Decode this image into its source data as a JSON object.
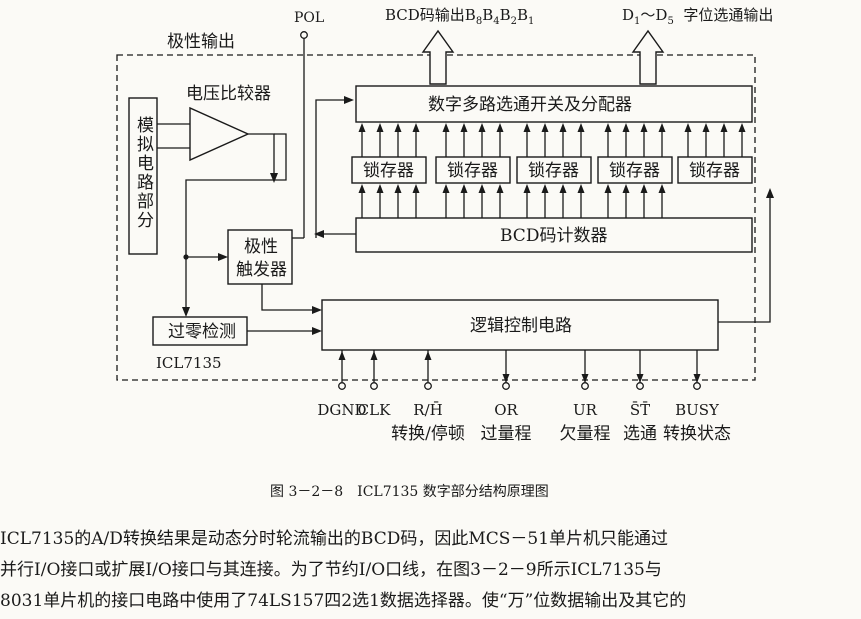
{
  "figure": {
    "caption": "图 3－2－8　ICL7135 数字部分结构原理图",
    "outer_label": "极性输出",
    "chip_label": "ICL7135",
    "pol_label": "POL",
    "bcd_output_label": "BCD码输出B",
    "bcd_output_subscripts": [
      "8",
      "4",
      "2",
      "1"
    ],
    "digit_output_label": "D",
    "digit_output_sub1": "1",
    "digit_output_mid": "～D",
    "digit_output_sub2": "5",
    "digit_output_tail": "  字位选通输出",
    "blocks": {
      "analog": "模拟电路部分",
      "comparator": "电压比较器",
      "polarity_trigger_line1": "极性",
      "polarity_trigger_line2": "触发器",
      "zero_detect": "过零检测",
      "mux": "数字多路选通开关及分配器",
      "latch": "锁存器",
      "counter": "BCD码计数器",
      "logic": "逻辑控制电路"
    },
    "pins": [
      {
        "name": "DGND",
        "desc": ""
      },
      {
        "name": "CLK",
        "desc": ""
      },
      {
        "name": "R/H̄",
        "desc": "转换/停顿"
      },
      {
        "name": "OR",
        "desc": "过量程"
      },
      {
        "name": "UR",
        "desc": "欠量程"
      },
      {
        "name": "S̄T̄",
        "desc": "选通"
      },
      {
        "name": "BUSY",
        "desc": "转换状态"
      }
    ]
  },
  "body_text": [
    "ICL7135的A/D转换结果是动态分时轮流输出的BCD码，因此MCS－51单片机只能通过",
    "并行I/O接口或扩展I/O接口与其连接。为了节约I/O口线，在图3－2－9所示ICL7135与",
    "8031单片机的接口电路中使用了74LS157四2选1数据选择器。使“万”位数据输出及其它的"
  ]
}
